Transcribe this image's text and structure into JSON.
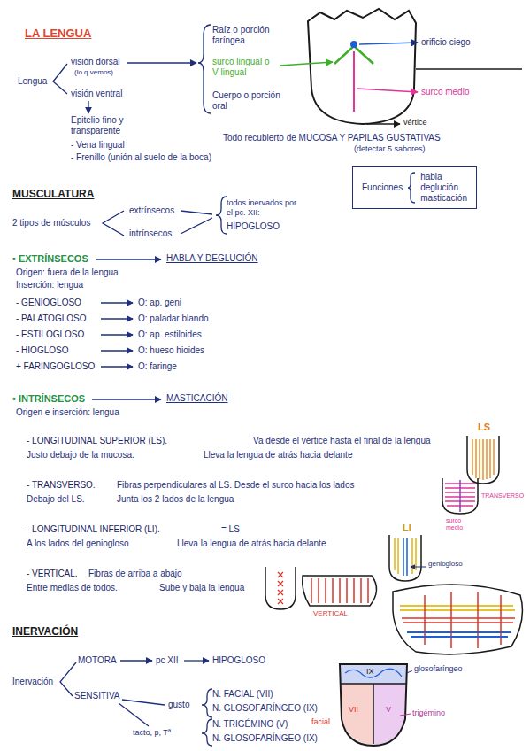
{
  "diagram": {
    "title": "LA LENGUA",
    "nodes": [
      {
        "text": [
          "Funciones",
          "habla",
          "deglución",
          "masticación"
        ]
      }
    ],
    "labels": [
      "visión dorsal",
      "(lo q vemos)",
      "Lengua",
      "visión ventral",
      "Epitelio fino y transparente",
      "- Vena lingual",
      "- Frenillo (unión al suelo de la boca)",
      "Raíz o porción faríngea",
      "surco lingual o V lingual",
      "Cuerpo o porción oral",
      "orificio ciego",
      "surco medio",
      "vértice",
      "Todo recubierto de MUCOSA Y PAPILAS GUSTATIVAS",
      "(detectar 5 sabores)",
      "MUSCULATURA",
      "2 tipos de músculos",
      "extrínsecos",
      "intrínsecos",
      "todos inervados por el pc. XII:",
      "HIPOGLOSO",
      "• EXTRÍNSECOS",
      "HABLA Y DEGLUCIÓN",
      "Origen: fuera de la lengua",
      "Inserción: lengua",
      "- GENIOGLOSO",
      "O: ap. geni",
      "- PALATOGLOSO",
      "O: paladar blando",
      "- ESTILOGLOSO",
      "O: ap. estiloides",
      "- HIOGLOSO",
      "O: hueso hioides",
      "+ FARINGOGLOSO",
      "O: faringe",
      "• INTRÍNSECOS",
      "MASTICACIÓN",
      "Origen e inserción: lengua",
      "LS",
      "- LONGITUDINAL SUPERIOR (LS).",
      "Va desde el vértice hasta el final de la lengua",
      "Justo debajo de la mucosa.",
      "Lleva la lengua de atrás hacia delante",
      "- TRANSVERSO.",
      "Fibras perpendiculares al LS. Desde el surco hacia los lados",
      "TRANSVERSO",
      "Debajo del LS.",
      "Junta los 2 lados de la lengua",
      "surco medio",
      "LI",
      "- LONGITUDINAL INFERIOR (LI).",
      "= LS",
      "A los lados del geniogloso",
      "Lleva la lengua de atrás hacia delante",
      "geniogloso",
      "- VERTICAL.",
      "Fibras de arriba a abajo",
      "Entre medias de todos.",
      "Sube y baja la lengua",
      "VERTICAL",
      "INERVACIÓN",
      "MOTORA",
      "pc XII",
      "HIPOGLOSO",
      "Inervación",
      "glosofaríngeo",
      "IX",
      "SENSITIVA",
      "N. FACIAL (VII)",
      "gusto",
      "N. GLOSOFARÍNGEO (IX)",
      "VII",
      "V",
      "trigémino",
      "facial",
      "N. TRIGÉMINO (V)",
      "tacto, p, Tª",
      "N. GLOSOFARÍNGEO (IX)"
    ]
  }
}
